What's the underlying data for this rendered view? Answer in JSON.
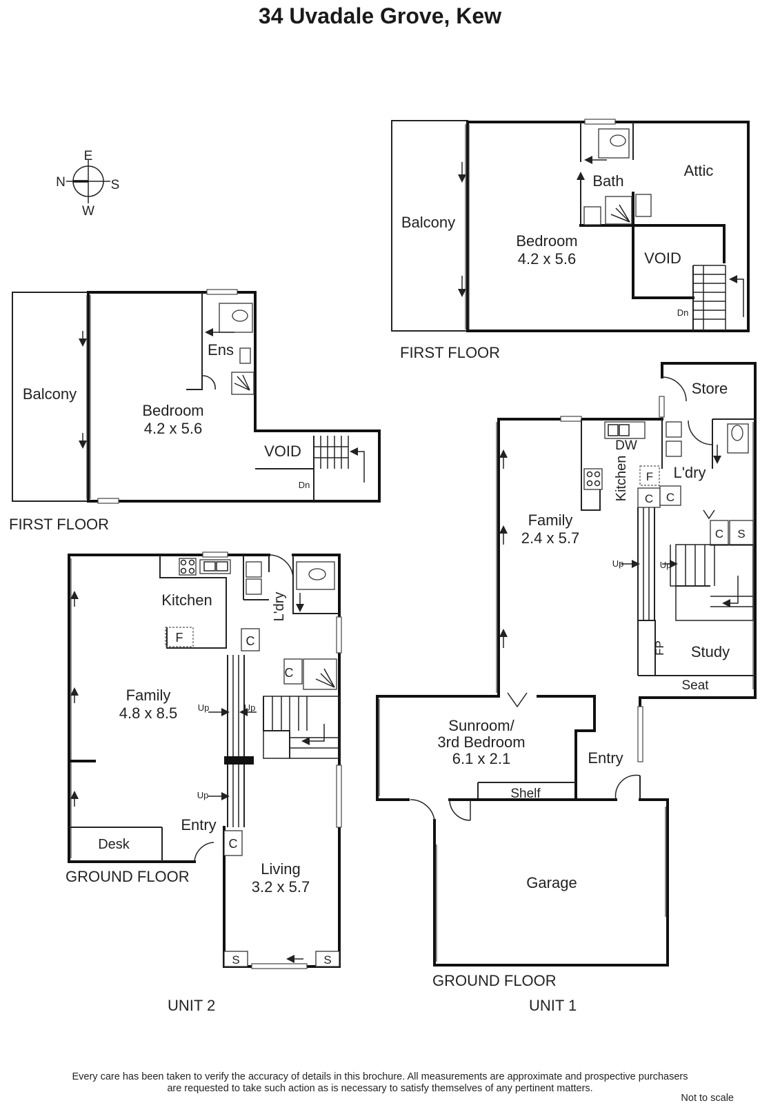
{
  "title": "34 Uvadale Grove, Kew",
  "compass": {
    "n": "N",
    "e": "E",
    "s": "S",
    "w": "W"
  },
  "unit2": {
    "label": "UNIT 2",
    "first_floor": {
      "label": "FIRST FLOOR",
      "balcony": "Balcony",
      "bedroom_name": "Bedroom",
      "bedroom_size": "4.2 x 5.6",
      "ensuite": "Ens",
      "void": "VOID",
      "stair_dn": "Dn"
    },
    "ground_floor": {
      "label": "GROUND FLOOR",
      "kitchen": "Kitchen",
      "laundry": "L'dry",
      "fridge": "F",
      "cupboard": "C",
      "family_name": "Family",
      "family_size": "4.8 x 8.5",
      "stair_up": "Up",
      "entry": "Entry",
      "desk": "Desk",
      "living_name": "Living",
      "living_size": "3.2 x 5.7",
      "storage": "S"
    }
  },
  "unit1": {
    "label": "UNIT 1",
    "first_floor": {
      "label": "FIRST FLOOR",
      "balcony": "Balcony",
      "bedroom_name": "Bedroom",
      "bedroom_size": "4.2 x 5.6",
      "bath": "Bath",
      "attic": "Attic",
      "void": "VOID",
      "stair_dn": "Dn"
    },
    "ground_floor": {
      "label": "GROUND FLOOR",
      "store": "Store",
      "dishwasher": "DW",
      "kitchen": "Kitchen",
      "laundry": "L'dry",
      "fridge": "F",
      "cupboard": "C",
      "storage": "S",
      "family_name": "Family",
      "family_size": "2.4 x 5.7",
      "stair_up": "Up",
      "fireplace": "FP",
      "study": "Study",
      "seat": "Seat",
      "sunroom_line1": "Sunroom/",
      "sunroom_line2": "3rd Bedroom",
      "sunroom_size": "6.1 x 2.1",
      "entry": "Entry",
      "shelf": "Shelf",
      "garage": "Garage"
    }
  },
  "disclaimer_line1": "Every care has been taken to verify the accuracy of details in this brochure.  All measurements are approximate and prospective purchasers",
  "disclaimer_line2": "are requested to take such action as is necessary to satisfy themselves of any pertinent matters.",
  "scale_note": "Not to scale"
}
